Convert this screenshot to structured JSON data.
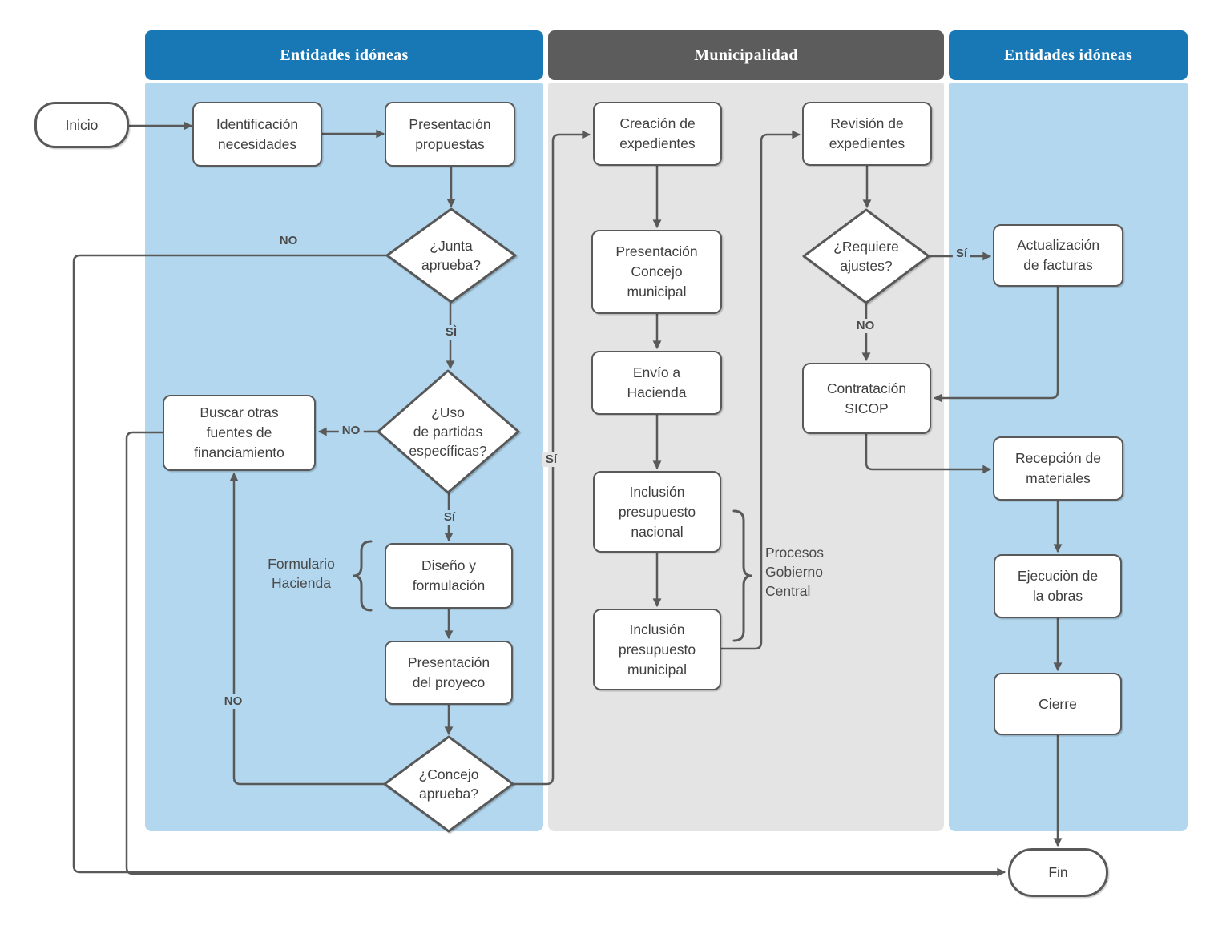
{
  "lanes": [
    {
      "label": "Entidades idóneas"
    },
    {
      "label": "Municipalidad"
    },
    {
      "label": "Entidades idóneas"
    }
  ],
  "terminals": {
    "start": "Inicio",
    "end": "Fin"
  },
  "nodes": {
    "identificacion": "Identificación necesidades",
    "propuestas": "Presentación propuestas",
    "buscar": "Buscar otras fuentes de financiamiento",
    "diseno": "Diseño y formulación",
    "proyecto": "Presentación del proyeco",
    "creacion": "Creación de expedientes",
    "pres_concejo": "Presentación Concejo municipal",
    "envio": "Envío a Hacienda",
    "incl_nacional": "Inclusión presupuesto nacional",
    "incl_municipal": "Inclusión presupuesto municipal",
    "revision": "Revisión de expedientes",
    "actualizacion": "Actualización de facturas",
    "contratacion": "Contratación SICOP",
    "recepcion": "Recepción de materiales",
    "ejecucion": "Ejecuciòn de la obras",
    "cierre": "Cierre"
  },
  "decisions": {
    "junta": "¿Junta\naprueba?",
    "uso": "¿Uso\nde partidas\nespecíficas?",
    "concejo": "¿Concejo\naprueba?",
    "requiere": "¿Requiere\najustes?"
  },
  "edge_labels": {
    "junta_no": "NO",
    "junta_si": "SÌ",
    "uso_no": "NO",
    "uso_si": "Sí",
    "concejo_no": "NO",
    "concejo_si": "Sí",
    "requiere_si": "Sí",
    "requiere_no": "NO"
  },
  "annotations": {
    "formulario": "Formulario Hacienda",
    "procesos": "Procesos Gobierno Central"
  },
  "colors": {
    "lane_blue_header": "#1878b5",
    "lane_blue_body": "#b3d7ee",
    "lane_gray_header": "#5c5c5c",
    "lane_gray_body": "#e4e4e4",
    "stroke": "#595959",
    "node_text": "#3f3f3f",
    "label_text": "#4a4a4a"
  }
}
